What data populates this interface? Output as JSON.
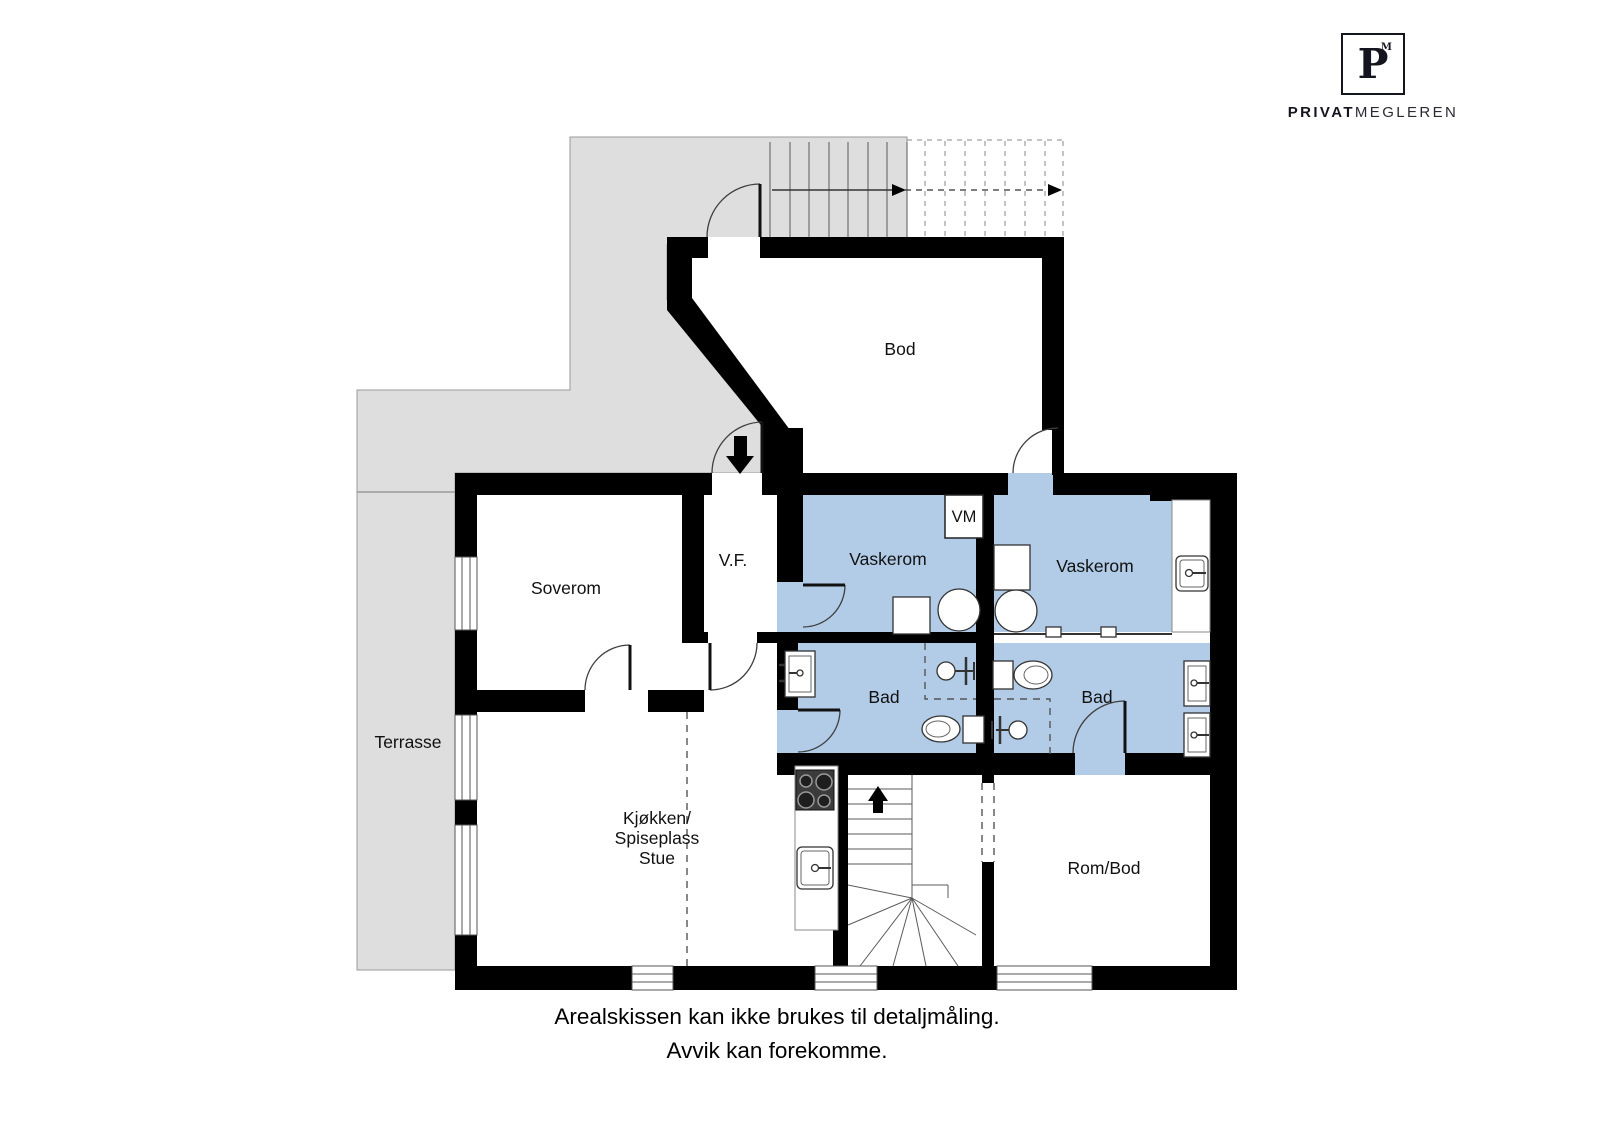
{
  "brand": {
    "monogram": "P",
    "monogram_mark": "M",
    "name_bold": "PRIVAT",
    "name_light": "MEGLEREN"
  },
  "rooms": {
    "terrasse": {
      "label": "Terrasse"
    },
    "soverom": {
      "label": "Soverom"
    },
    "vf": {
      "label": "V.F."
    },
    "bod": {
      "label": "Bod"
    },
    "vaskerom_left": {
      "label": "Vaskerom"
    },
    "vaskerom_right": {
      "label": "Vaskerom"
    },
    "bad_left": {
      "label": "Bad"
    },
    "bad_right": {
      "label": "Bad"
    },
    "kitchen": {
      "line1": "Kjøkken/",
      "line2": "Spiseplass",
      "line3": "Stue"
    },
    "rom_bod": {
      "label": "Rom/Bod"
    }
  },
  "appliances": {
    "washing_machine_label": "VM"
  },
  "disclaimer": {
    "line1": "Arealskissen kan ikke brukes til detaljmåling.",
    "line2": "Avvik kan forekomme."
  },
  "colors": {
    "wet_room_fill": "#b2cce7",
    "outdoor_fill": "#dedede",
    "wall": "#000000"
  }
}
